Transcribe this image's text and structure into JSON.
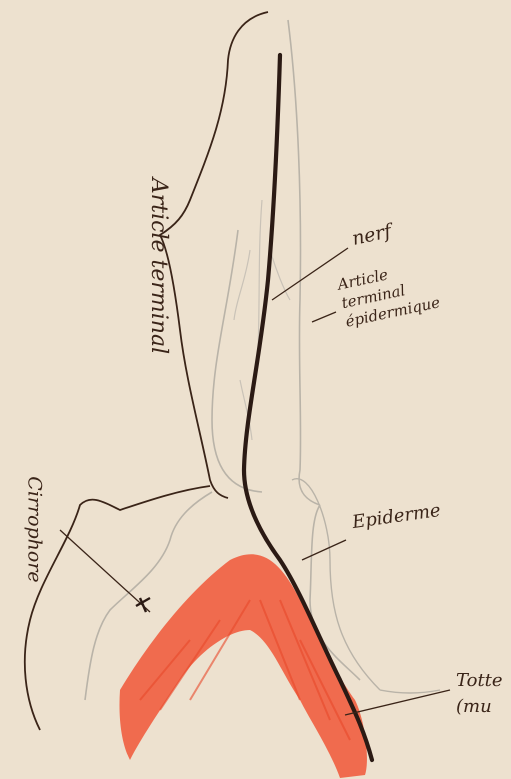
{
  "labels": {
    "article_terminal": "Article terminal",
    "cirrophore": "Cirrophore",
    "nerf": "nerf",
    "article_epidermique": {
      "line1": "Article",
      "line2": "terminal",
      "line3": "épidermique"
    },
    "epiderme": "Epiderme",
    "tottes_line1": "Totte",
    "tottes_line2": "(mu"
  },
  "colors": {
    "paper": "#ede1cf",
    "ink": "#3a2418",
    "pencil": "#b9b3a8",
    "nerve": "#2b1a14",
    "muscle": "#f05a3c"
  }
}
